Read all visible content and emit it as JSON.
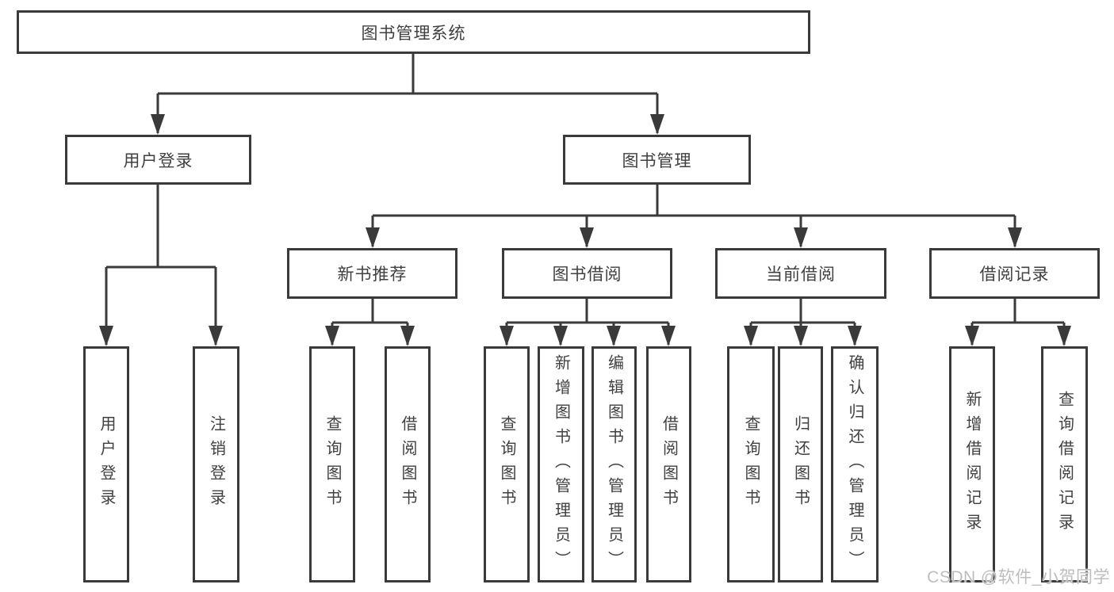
{
  "diagram_title": "图书管理系统",
  "colors": {
    "line": "#3a3a3a",
    "box_border": "#3a3a3a",
    "box_background": "#ffffff",
    "text": "#404040",
    "watermark_text": "#bdbdbd",
    "page_background": "#ffffff"
  },
  "tree": {
    "root": {
      "label": "图书管理系统"
    },
    "user_login": {
      "label": "用户登录",
      "children": [
        {
          "label": "用户登录"
        },
        {
          "label": "注销登录"
        }
      ]
    },
    "book_mgmt": {
      "label": "图书管理",
      "children": [
        {
          "label": "新书推荐",
          "children": [
            {
              "label": "查询图书"
            },
            {
              "label": "借阅图书"
            }
          ]
        },
        {
          "label": "图书借阅",
          "children": [
            {
              "label": "查询图书"
            },
            {
              "label": "新增图书（管理员）"
            },
            {
              "label": "编辑图书（管理员）"
            },
            {
              "label": "借阅图书"
            }
          ]
        },
        {
          "label": "当前借阅",
          "children": [
            {
              "label": "查询图书"
            },
            {
              "label": "归还图书"
            },
            {
              "label": "确认归还（管理员）"
            }
          ]
        },
        {
          "label": "借阅记录",
          "children": [
            {
              "label": "新增借阅记录"
            },
            {
              "label": "查询借阅记录"
            }
          ]
        }
      ]
    }
  },
  "watermark": {
    "text": "CSDN @软件_小贺同学"
  }
}
